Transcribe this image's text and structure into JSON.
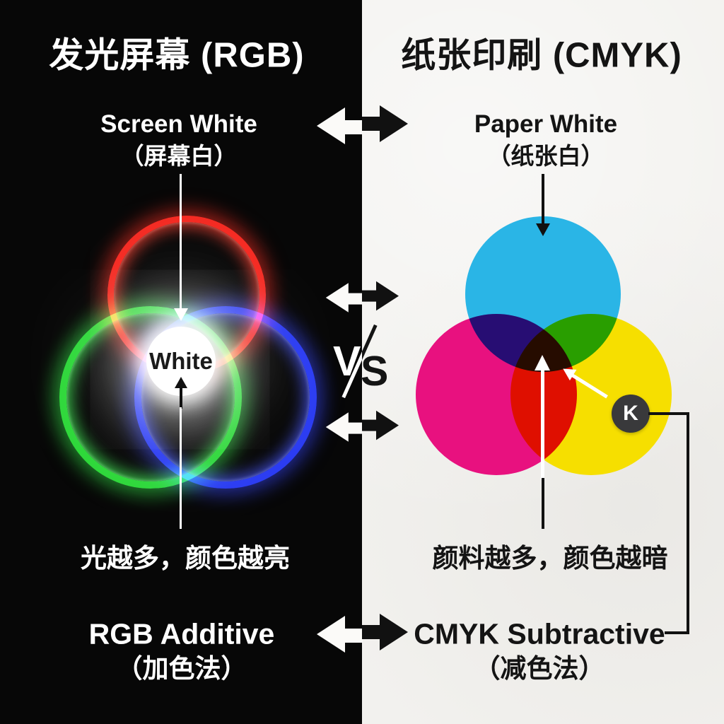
{
  "left_panel": {
    "title": "发光屏幕 (RGB)",
    "top_label": {
      "en": "Screen White",
      "zh": "（屏幕白）"
    },
    "venn_center_label": "White",
    "caption": "光越多，颜色越亮",
    "bottom_label": {
      "en": "RGB Additive",
      "zh": "（加色法）"
    },
    "colors": {
      "background": "#070707",
      "red_ring": "#f42a22",
      "green_ring": "#2ed83a",
      "blue_ring": "#2b3cf2",
      "center_white": "#ffffff"
    }
  },
  "right_panel": {
    "title": "纸张印刷 (CMYK)",
    "top_label": {
      "en": "Paper White",
      "zh": "（纸张白）"
    },
    "k_badge_label": "K",
    "caption": "颜料越多，颜色越暗",
    "bottom_label": {
      "en": "CMYK Subtractive",
      "zh": "（减色法）"
    },
    "colors": {
      "background": "#f2f1ee",
      "cyan": "#2ab5e6",
      "magenta": "#e8117f",
      "yellow": "#f6df00",
      "key_black": "#39393b"
    }
  },
  "center_divider": {
    "vs_v": "V",
    "vs_s": "S"
  }
}
